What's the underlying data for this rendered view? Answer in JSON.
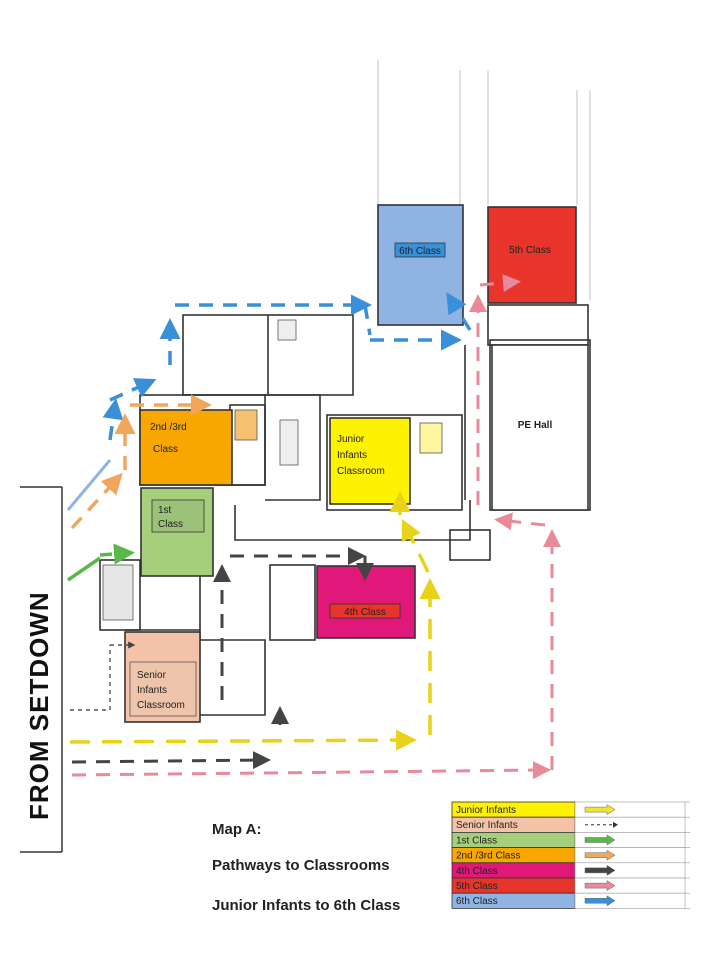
{
  "setdown_label": "FROM SETDOWN",
  "map_title": {
    "line1": "Map A:",
    "line2": "Pathways to Classrooms",
    "line3": "Junior Infants to 6th Class"
  },
  "rooms": {
    "sixth": "6th Class",
    "fifth": "5th Class",
    "second_third_line1": "2nd /3rd",
    "second_third_line2": "Class",
    "first_line1": "1st",
    "first_line2": "Class",
    "junior_line1": "Junior",
    "junior_line2": "Infants",
    "junior_line3": "Classroom",
    "fourth": "4th Class",
    "senior_line1": "Senior",
    "senior_line2": "Infants",
    "senior_line3": "Classroom",
    "pe_hall": "PE Hall"
  },
  "colors": {
    "junior": "#fff200",
    "senior": "#f4c2a8",
    "first": "#a5cf7a",
    "second_third": "#f7a700",
    "fourth": "#e0187a",
    "fifth": "#e8352b",
    "sixth": "#8fb4e3",
    "junior_arrow": "#f2e229",
    "senior_arrow": "#555555",
    "first_arrow": "#58b947",
    "second_third_arrow": "#f2a65a",
    "fourth_arrow": "#444444",
    "fifth_arrow": "#e88a9a",
    "sixth_arrow": "#3a8fd9"
  },
  "legend": [
    {
      "label": "Junior Infants",
      "color": "#fff200",
      "arrow": "yellow-arrow-icon"
    },
    {
      "label": "Senior Infants",
      "color": "#f4c2a8",
      "arrow": "dashed-arrow-icon"
    },
    {
      "label": "1st Class",
      "color": "#a5cf7a",
      "arrow": "green-arrow-icon"
    },
    {
      "label": "2nd /3rd Class",
      "color": "#f7a700",
      "arrow": "orange-arrow-icon"
    },
    {
      "label": "4th Class",
      "color": "#e0187a",
      "arrow": "black-arrow-icon"
    },
    {
      "label": "5th Class",
      "color": "#e8352b",
      "arrow": "pink-arrow-icon"
    },
    {
      "label": "6th Class",
      "color": "#8fb4e3",
      "arrow": "blue-arrow-icon"
    }
  ]
}
